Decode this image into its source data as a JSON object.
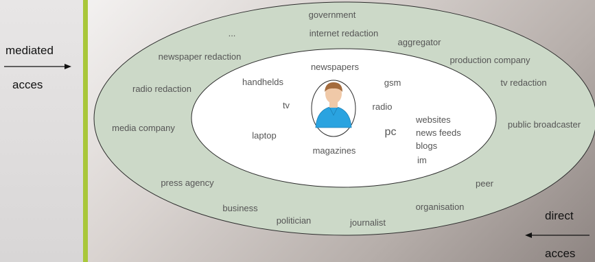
{
  "left": {
    "label_top": "mediated",
    "label_bottom": "acces"
  },
  "right": {
    "label_top": "direct",
    "label_bottom": "acces"
  },
  "outer_ring": {
    "labels": {
      "government": "government",
      "ellipsis": "...",
      "internet_redaction": "internet redaction",
      "aggregator": "aggregator",
      "newspaper_redaction": "newspaper redaction",
      "production_company": "production company",
      "radio_redaction": "radio redaction",
      "tv_redaction": "tv redaction",
      "media_company": "media company",
      "public_broadcaster": "public broadcaster",
      "press_agency": "press agency",
      "peer": "peer",
      "business": "business",
      "organisation": "organisation",
      "politician": "politician",
      "journalist": "journalist"
    }
  },
  "inner_ring": {
    "labels": {
      "newspapers": "newspapers",
      "handhelds": "handhelds",
      "gsm": "gsm",
      "tv": "tv",
      "radio": "radio",
      "pc": "pc",
      "websites": "websites",
      "news_feeds": "news feeds",
      "blogs": "blogs",
      "im": "im",
      "laptop": "laptop",
      "magazines": "magazines"
    }
  },
  "colors": {
    "outer_fill": "#ccd9c8",
    "inner_fill": "#ffffff",
    "stroke": "#2a2a2a",
    "label_text": "#555555",
    "person_shirt": "#2aa3e0",
    "accent_bar": "#a9c73a"
  },
  "icons": {
    "person": "user-icon"
  }
}
